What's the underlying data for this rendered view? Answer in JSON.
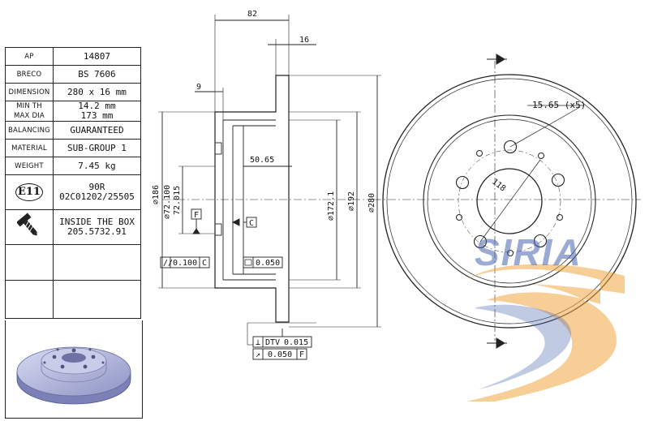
{
  "specs": {
    "ap": {
      "label": "AP",
      "value": "14807"
    },
    "breco": {
      "label": "BRECO",
      "value": "BS 7606"
    },
    "dimension": {
      "label": "DIMENSION",
      "value": "280 x 16 mm"
    },
    "min_th": {
      "label": "MIN TH",
      "value": "14.2 mm"
    },
    "max_dia": {
      "label": "MAX DIA",
      "value": "173 mm"
    },
    "balancing": {
      "label": "BALANCING",
      "value": "GUARANTEED"
    },
    "material": {
      "label": "MATERIAL",
      "value": "SUB-GROUP 1"
    },
    "weight": {
      "label": "WEIGHT",
      "value": "7.45 kg"
    },
    "approval": {
      "mark": "E11",
      "code": "90R",
      "number": "02C01202/25505"
    },
    "box": {
      "line1": "INSIDE THE BOX",
      "line2": "205.5732.91"
    }
  },
  "section_dims": {
    "width_82": "82",
    "thickness_16": "16",
    "hat_9": "9",
    "depth_5065": "50.65",
    "dia_186": "∅186",
    "dia_72100": "∅72.100",
    "dia_72015": "72.015",
    "dia_1721": "∅172.1",
    "dia_192": "∅192",
    "dia_280": "∅280",
    "datum_f": "F",
    "datum_c": "C",
    "tol_parallel": "0.100",
    "tol_parallel_ref": "C",
    "tol_flat": "0.050",
    "dtv_label": "DTV",
    "dtv_value": "0.015",
    "runout_value": "0.050",
    "runout_ref": "F"
  },
  "front_dims": {
    "holes": "15.65 (x5)",
    "pcd": "118"
  },
  "brand": {
    "text": "SIRIA",
    "color_blue": "#4a66b0",
    "color_orange": "#f0a640"
  }
}
